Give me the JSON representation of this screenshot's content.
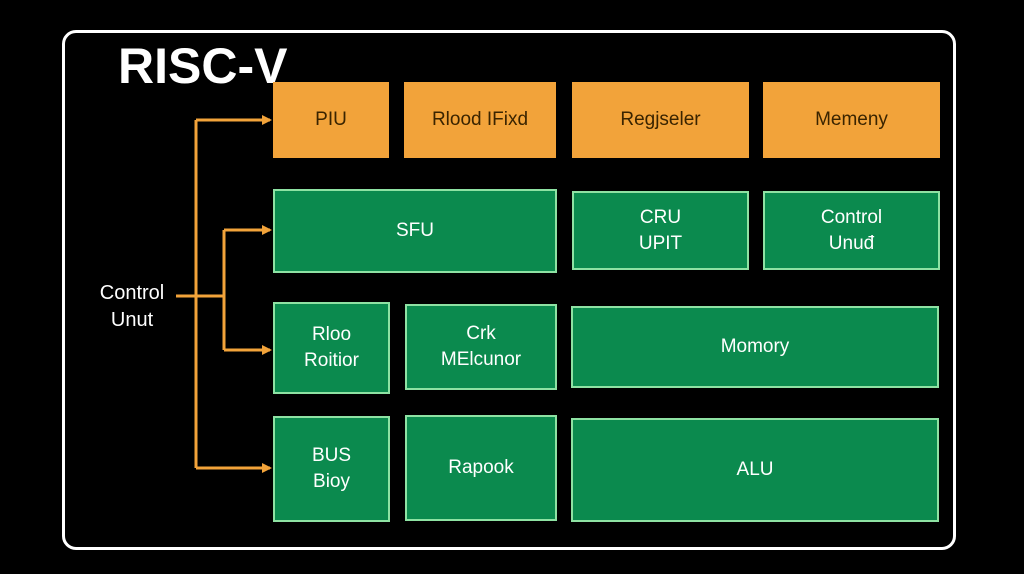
{
  "title": "RISC-V",
  "side_label": [
    "Control",
    "Unut"
  ],
  "colors": {
    "background": "#000000",
    "frame": "#ffffff",
    "orange_block": "#f2a33a",
    "green_block": "#0b8a4e",
    "green_border": "#8ee2a3",
    "arrow": "#f2a33a"
  },
  "row1": [
    {
      "lines": [
        "PIU"
      ]
    },
    {
      "lines": [
        "Rlood IFixd"
      ]
    },
    {
      "lines": [
        "Regjseler"
      ]
    },
    {
      "lines": [
        "Memeny"
      ]
    }
  ],
  "row2": [
    {
      "lines": [
        "SFU"
      ]
    },
    {
      "lines": [
        "CRU",
        "UPIT"
      ]
    },
    {
      "lines": [
        "Control",
        "Unuđ"
      ]
    }
  ],
  "row3": [
    {
      "lines": [
        "Rloo",
        "Roitior"
      ]
    },
    {
      "lines": [
        "Crk",
        "MElcunor"
      ]
    },
    {
      "lines": [
        "Momory"
      ]
    }
  ],
  "row4": [
    {
      "lines": [
        "BUS",
        "Bioy"
      ]
    },
    {
      "lines": [
        "Rapook"
      ]
    },
    {
      "lines": [
        "ALU"
      ]
    }
  ]
}
